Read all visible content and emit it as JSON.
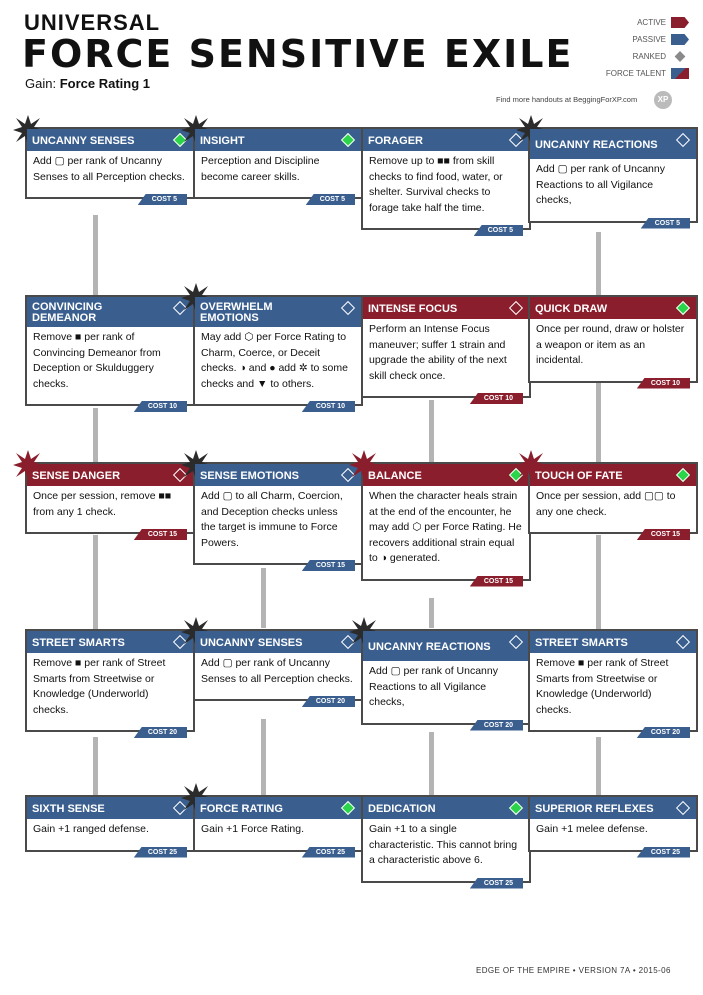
{
  "header": {
    "title_line1": "UNIVERSAL",
    "title_line2": "FORCE SENSITIVE EXILE",
    "gain_label": "Gain:",
    "gain_value": "Force Rating 1"
  },
  "legend": {
    "active": "ACTIVE",
    "passive": "PASSIVE",
    "ranked": "RANKED",
    "force_talent": "FORCE TALENT"
  },
  "handout_text": "Find more handouts at BeggingForXP.com",
  "xp_badge": "XP",
  "footer": "EDGE OF THE EMPIRE  •  VERSION 7A  •  2015-06",
  "colors": {
    "active": "#8b1e2d",
    "passive": "#3a5f8f",
    "ranked": "#8a8a8a",
    "force": "#2bd54a"
  },
  "talents": [
    {
      "name": "UNCANNY SENSES",
      "desc": "Add ▢ per rank of Uncanny Senses to all Perception checks.",
      "cost": "COST 5"
    },
    {
      "name": "INSIGHT",
      "desc": "Perception and Discipline become career skills.",
      "cost": "COST 5"
    },
    {
      "name": "FORAGER",
      "desc": "Remove up to ■■ from skill checks to find food, water, or shelter. Survival checks to forage take half the time.",
      "cost": "COST 5"
    },
    {
      "name": "UNCANNY REACTIONS",
      "desc": "Add ▢ per rank of Uncanny Reactions to all Vigilance checks,",
      "cost": "COST 5"
    },
    {
      "name": "CONVINCING DEMEANOR",
      "desc": "Remove ■ per rank of Convincing Demeanor from Deception or Skulduggery checks.",
      "cost": "COST 10"
    },
    {
      "name": "OVERWHELM EMOTIONS",
      "desc": "May add ⬡ per Force Rating to Charm, Coerce, or Deceit checks. ◑ and ● add ✲ to some checks and ▼ to others.",
      "cost": "COST 10"
    },
    {
      "name": "INTENSE FOCUS",
      "desc": "Perform an Intense Focus maneuver; suffer 1 strain and upgrade the ability of the next skill check once.",
      "cost": "COST 10"
    },
    {
      "name": "QUICK DRAW",
      "desc": "Once per round, draw or holster a weapon or item as an incidental.",
      "cost": "COST 10"
    },
    {
      "name": "SENSE DANGER",
      "desc": "Once per session, remove ■■ from any 1 check.",
      "cost": "COST 15"
    },
    {
      "name": "SENSE EMOTIONS",
      "desc": "Add ▢ to all Charm, Coercion, and Deception checks unless the target is immune to Force Powers.",
      "cost": "COST 15"
    },
    {
      "name": "BALANCE",
      "desc": "When the character heals strain at the end of the encounter, he may add ⬡ per Force Rating. He recovers additional strain equal to ◑ generated.",
      "cost": "COST 15"
    },
    {
      "name": "TOUCH OF FATE",
      "desc": "Once per session, add ▢▢ to any one check.",
      "cost": "COST 15"
    },
    {
      "name": "STREET SMARTS",
      "desc": "Remove ■ per rank of Street Smarts from Streetwise or Knowledge (Underworld) checks.",
      "cost": "COST 20"
    },
    {
      "name": "UNCANNY SENSES",
      "desc": "Add ▢ per rank of Uncanny Senses to all Perception checks.",
      "cost": "COST 20"
    },
    {
      "name": "UNCANNY REACTIONS",
      "desc": "Add ▢ per rank of Uncanny Reactions to all Vigilance checks,",
      "cost": "COST 20"
    },
    {
      "name": "STREET SMARTS",
      "desc": "Remove ■ per rank of Street Smarts from Streetwise or Knowledge (Underworld) checks.",
      "cost": "COST 20"
    },
    {
      "name": "SIXTH SENSE",
      "desc": "Gain +1 ranged defense.",
      "cost": "COST 25"
    },
    {
      "name": "FORCE RATING",
      "desc": "Gain +1 Force Rating.",
      "cost": "COST 25"
    },
    {
      "name": "DEDICATION",
      "desc": "Gain +1 to a single characteristic. This cannot bring a characteristic above 6.",
      "cost": "COST 25"
    },
    {
      "name": "SUPERIOR REFLEXES",
      "desc": "Gain +1 melee defense.",
      "cost": "COST 25"
    }
  ]
}
